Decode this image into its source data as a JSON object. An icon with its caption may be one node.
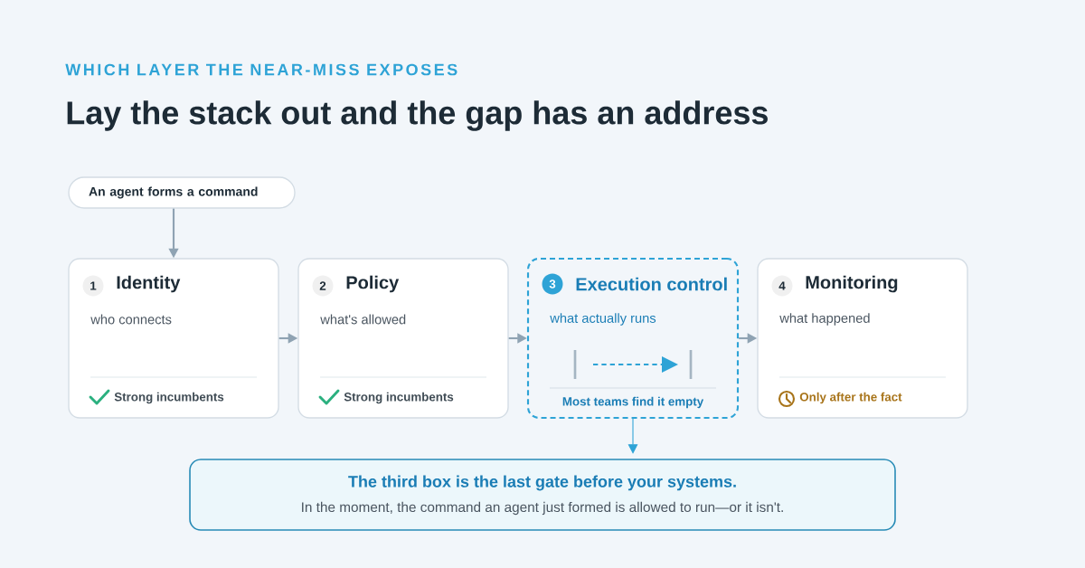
{
  "diagram": {
    "title": "Lay the stack out and the gap has an address",
    "nodes": [
      {
        "text": [
          "An agent forms a command"
        ]
      },
      {
        "text": [
          "1",
          "Identity",
          "who connects",
          "Strong incumbents"
        ]
      },
      {
        "text": [
          "2",
          "Policy",
          "what's allowed",
          "Strong incumbents"
        ]
      },
      {
        "text": [
          "3",
          "Execution control",
          "what actually runs",
          "Most teams find it empty"
        ]
      },
      {
        "text": [
          "4",
          "Monitoring",
          "what happened",
          "Only after the fact"
        ]
      },
      {
        "text": [
          "The third box is the last gate before your systems.",
          "In the moment, the command an agent just formed is allowed to run—or it isn't."
        ]
      }
    ],
    "edges": [
      {
        "from": 0,
        "to": 1,
        "arrow": "to"
      },
      {
        "from": 1,
        "to": 2,
        "arrow": "to"
      },
      {
        "from": 2,
        "to": 3,
        "arrow": "to"
      },
      {
        "from": 3,
        "to": 4,
        "arrow": "to"
      },
      {
        "from": 3,
        "to": 5,
        "arrow": "to",
        "color": "#2ea3d6"
      }
    ],
    "labels": [
      "WHICH LAYER THE NEAR-MISS EXPOSES"
    ]
  }
}
